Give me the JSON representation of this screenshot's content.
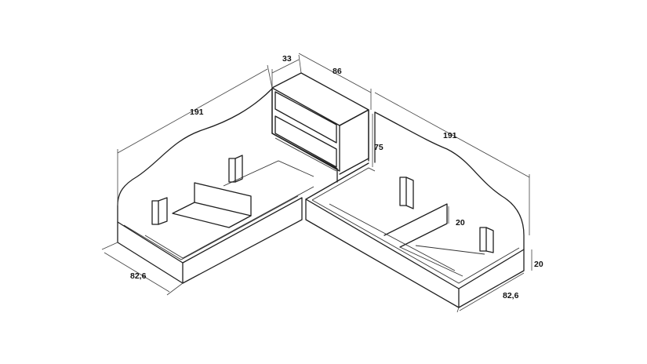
{
  "dimensions": {
    "left_bed_length": "191",
    "left_bed_width": "82,6",
    "chest_depth": "33",
    "chest_width": "86",
    "chest_height": "75",
    "right_bed_length": "191",
    "right_bed_width": "82,6",
    "right_bed_height": "20",
    "drawer_height": "20"
  },
  "colors": {
    "line": "#1f1f1f",
    "background": "#ffffff"
  }
}
